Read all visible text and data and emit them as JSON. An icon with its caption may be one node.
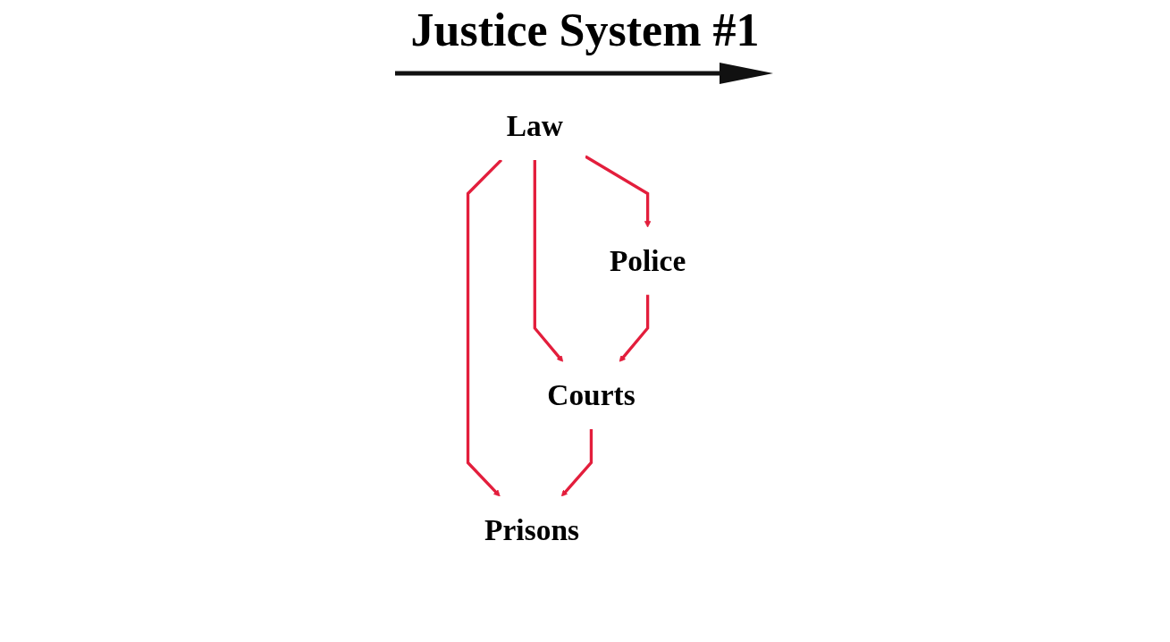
{
  "diagram": {
    "title": "Justice System #1",
    "nodes": [
      {
        "text": [
          "Law"
        ]
      },
      {
        "text": [
          "Police"
        ]
      },
      {
        "text": [
          "Courts"
        ]
      },
      {
        "text": [
          "Prisons"
        ]
      }
    ],
    "edges": [
      {
        "from": 0,
        "to": 1,
        "arrow": "to"
      },
      {
        "from": 0,
        "to": 2,
        "arrow": "to"
      },
      {
        "from": 0,
        "to": 3,
        "arrow": "to"
      },
      {
        "from": 1,
        "to": 2,
        "arrow": "to"
      },
      {
        "from": 2,
        "to": 3,
        "arrow": "to"
      }
    ]
  }
}
